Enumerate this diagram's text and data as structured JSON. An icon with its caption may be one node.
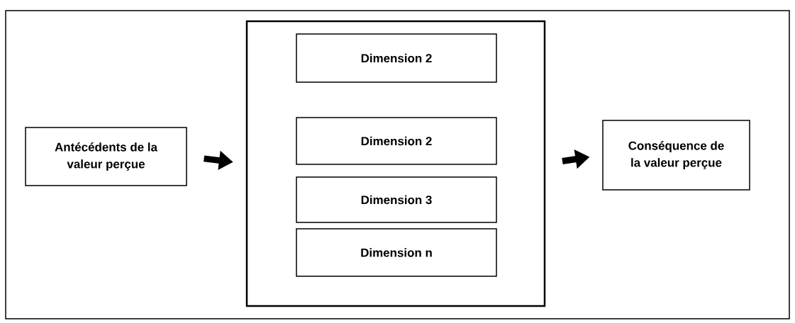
{
  "diagram": {
    "nodes": [
      {
        "text": [
          "Antécédents de la valeur perçue"
        ]
      },
      {
        "text": [],
        "shape": "box"
      },
      {
        "text": [
          "Dimension 2"
        ],
        "in": 1
      },
      {
        "text": [
          "Dimension 2"
        ],
        "in": 1
      },
      {
        "text": [
          "Dimension 3"
        ],
        "in": 1
      },
      {
        "text": [
          "Dimension n"
        ],
        "in": 1
      },
      {
        "text": [
          "Conséquence de la valeur perçue"
        ]
      }
    ],
    "edges": [
      {
        "from": 0,
        "to": 1,
        "arrow": "to"
      },
      {
        "from": 1,
        "to": 6,
        "arrow": "to"
      }
    ]
  }
}
